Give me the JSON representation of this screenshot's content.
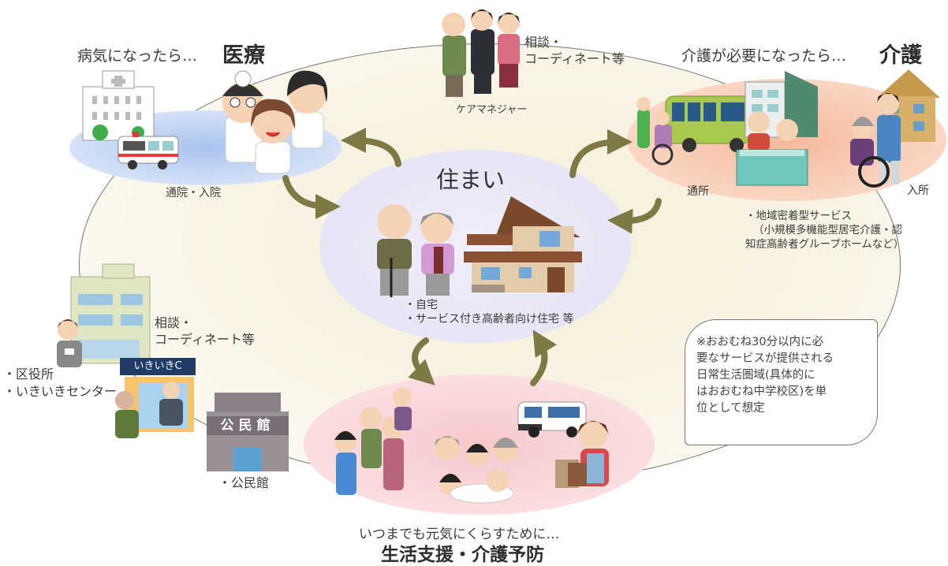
{
  "diagram": {
    "type": "community-comprehensive-care-system",
    "center": {
      "title": "住まい",
      "items": [
        "・自宅",
        "・サービス付き高齢者向け住宅 等"
      ]
    },
    "medical": {
      "lead": "病気になったら…",
      "title": "医療",
      "caption": "通院・入院"
    },
    "care": {
      "lead": "介護が必要になったら…",
      "title": "介護",
      "label_left": "通所",
      "label_right": "入所",
      "services": [
        "・地域密着型サービス",
        "（小規模多機能型居宅介護・認",
        "知症高齢者グループホームなど）"
      ]
    },
    "care_manager": {
      "consult": [
        "相談・",
        "コーディネート等"
      ],
      "caption": "ケアマネジャー"
    },
    "ward_office": {
      "consult": [
        "相談・",
        "コーディネート等"
      ],
      "items": [
        "・区役所",
        "・いきいきセンター"
      ],
      "sign": "いきいきC"
    },
    "community_hall": {
      "sign": "公民館",
      "caption": "・公民館"
    },
    "life_support": {
      "lead": "いつまでも元気にくらすために…",
      "title": "生活支援・介護予防"
    },
    "note": {
      "lines": [
        "※おおむね30分以内に必",
        "要なサービスが提供される",
        "日常生活圏域(具体的に",
        "はおおむね中学校区)を単",
        "位として想定"
      ]
    },
    "colors": {
      "arrow": "#7f7a45",
      "medical_zone": "#b8cdf0",
      "care_zone": "#f7c3a8",
      "home_zone": "#e8e7f6",
      "life_zone": "#f8d0d3",
      "ring_fill": "#f7f1df"
    }
  }
}
